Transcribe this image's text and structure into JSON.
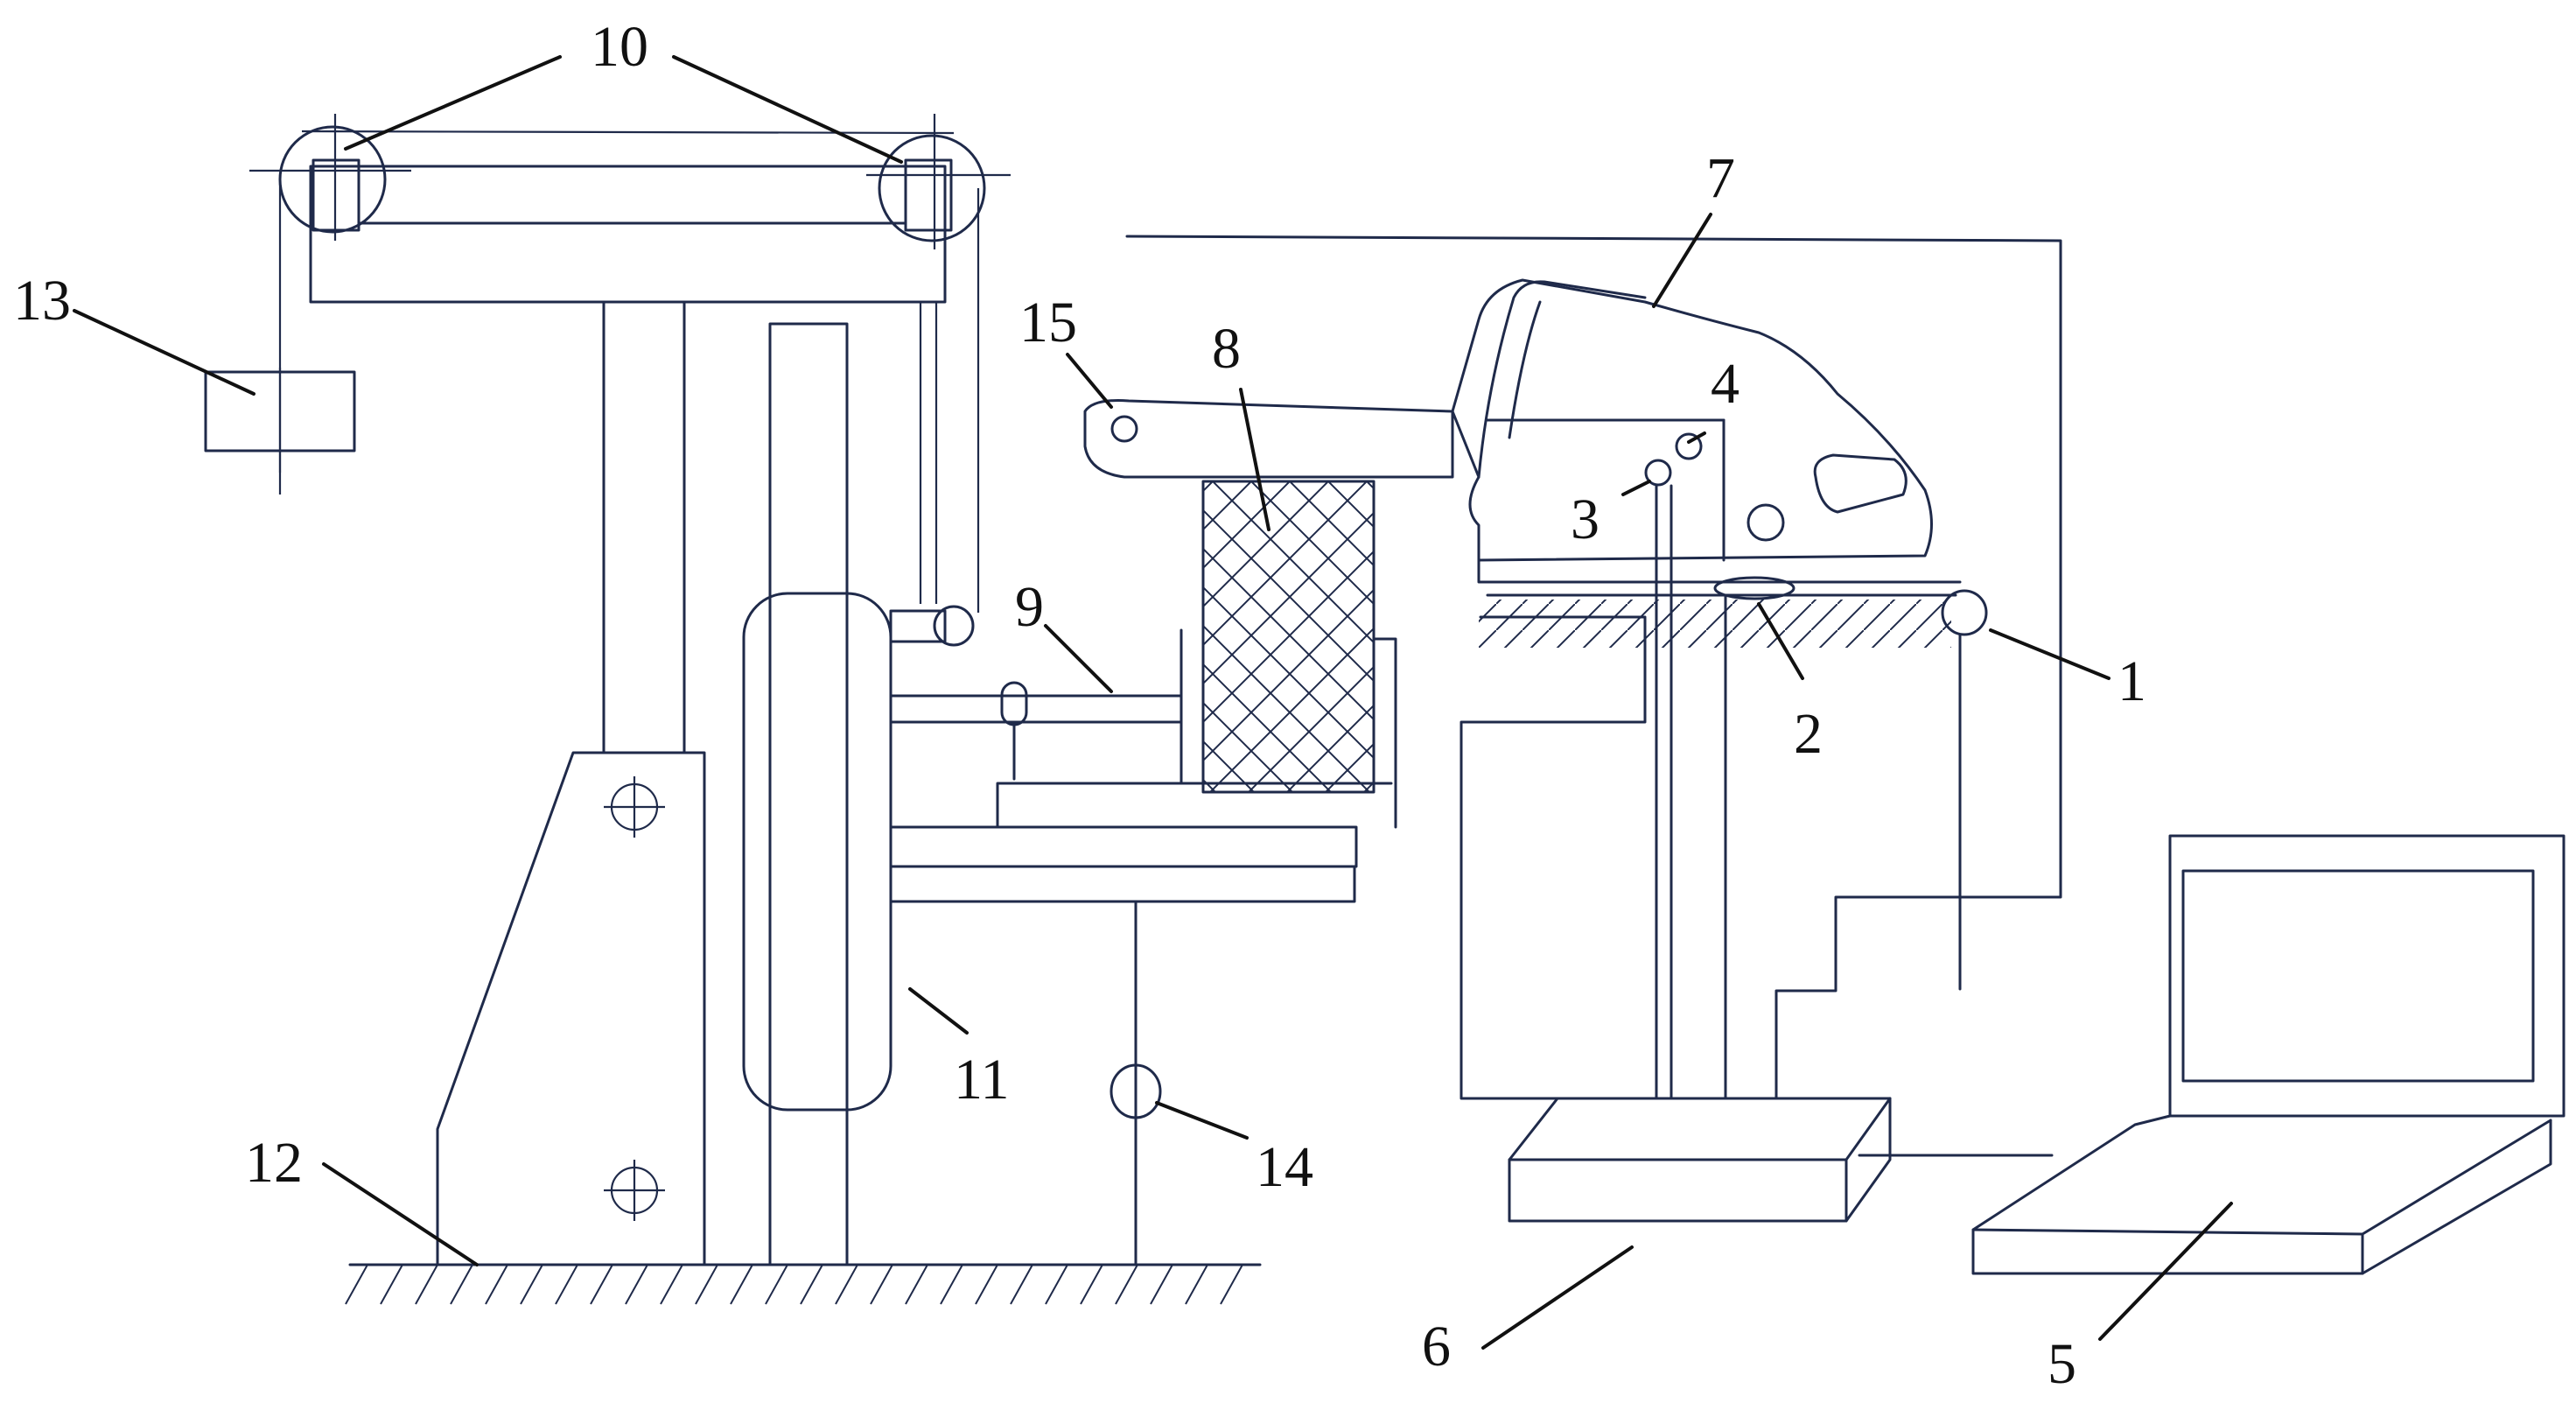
{
  "labels": {
    "l1": "1",
    "l2": "2",
    "l3": "3",
    "l4": "4",
    "l5": "5",
    "l6": "6",
    "l7": "7",
    "l8": "8",
    "l9": "9",
    "l10": "10",
    "l11": "11",
    "l12": "12",
    "l13": "13",
    "l14": "14",
    "l15": "15"
  },
  "colors": {
    "line": "#1f2a4a",
    "leader": "#111111",
    "background": "#ffffff"
  }
}
